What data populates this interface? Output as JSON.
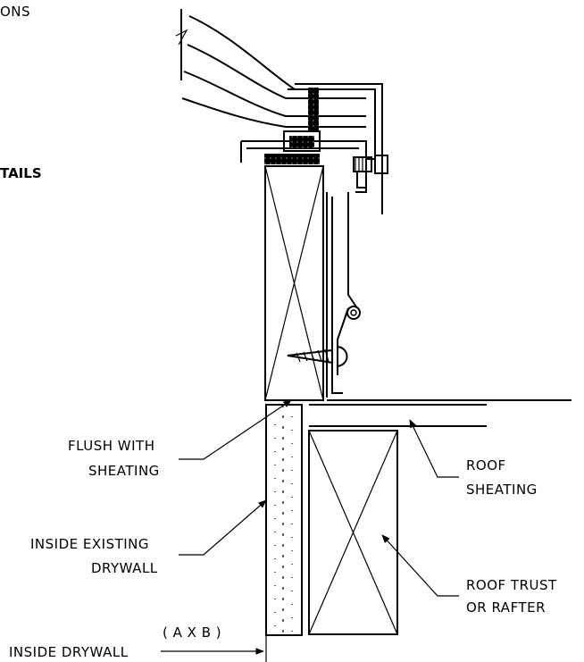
{
  "partial_labels": {
    "top_left": "ONS",
    "mid_left": "TAILS"
  },
  "callouts": {
    "flush": [
      "FLUSH WITH",
      "SHEATING"
    ],
    "inside_existing": [
      "INSIDE EXISTING",
      "DRYWALL"
    ],
    "roof_sheating": [
      "ROOF",
      "SHEATING"
    ],
    "roof_trust": [
      "ROOF TRUST",
      "OR RAFTER"
    ],
    "dimension": "( A X B )",
    "inside_drywall": "INSIDE DRYWALL"
  }
}
